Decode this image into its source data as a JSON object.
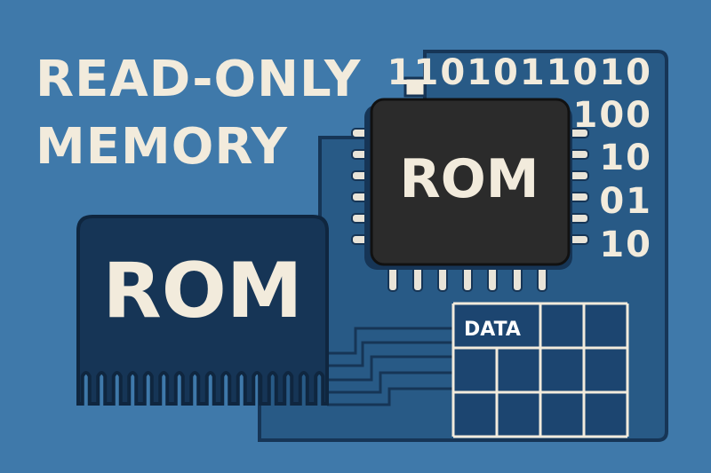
{
  "title": {
    "line1": "READ-ONLY",
    "line2": "MEMORY"
  },
  "binary_lines": [
    "1101011010",
    "100",
    "10",
    "01",
    "10"
  ],
  "chip": {
    "label": "ROM"
  },
  "module": {
    "label": "ROM"
  },
  "data_grid": {
    "label": "DATA",
    "rows": 3,
    "cols": 4
  },
  "colors": {
    "background": "#3f79aa",
    "board": "#285a86",
    "dark_navy": "#163556",
    "chip_body": "#2b2b2b",
    "text_cream": "#f2ebdc",
    "pins": "#e9e4d8"
  }
}
